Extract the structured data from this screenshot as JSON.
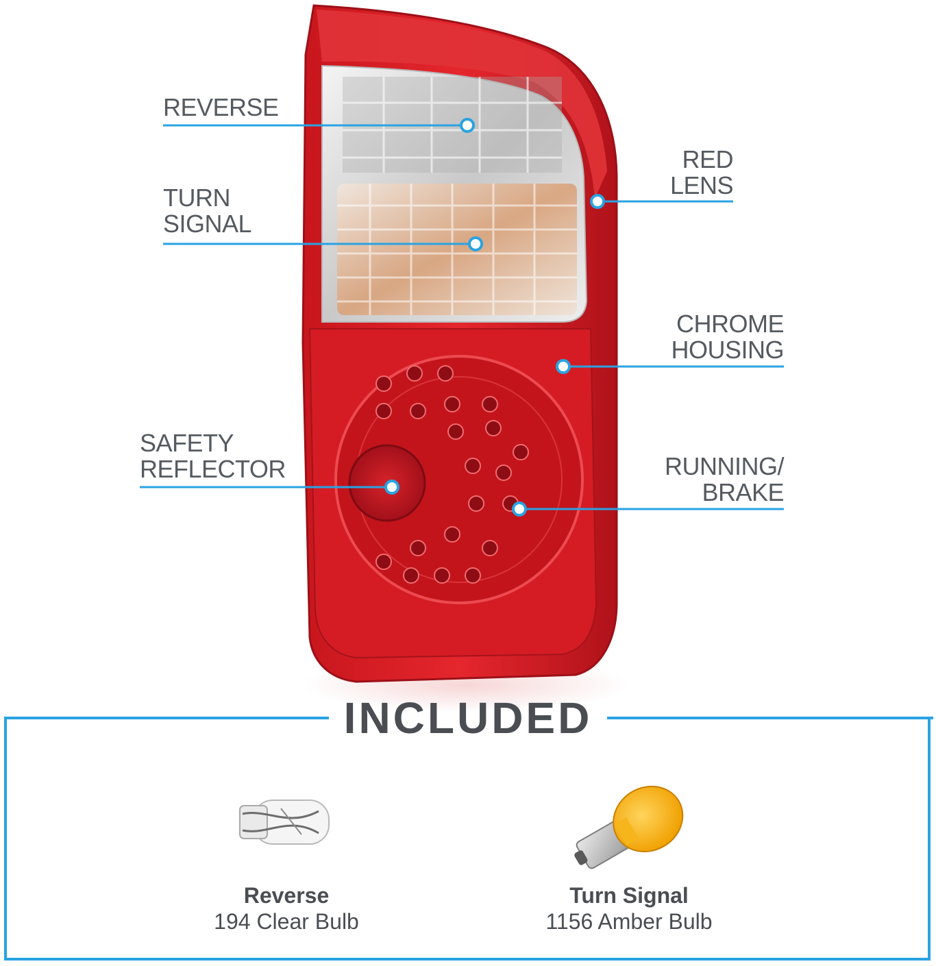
{
  "callouts": {
    "reverse": [
      "REVERSE"
    ],
    "turn_signal": [
      "TURN",
      "SIGNAL"
    ],
    "red_lens": [
      "RED",
      "LENS"
    ],
    "chrome_housing": [
      "CHROME",
      "HOUSING"
    ],
    "safety_reflector": [
      "SAFETY",
      "REFLECTOR"
    ],
    "running_brake": [
      "RUNNING/",
      "BRAKE"
    ]
  },
  "included": {
    "title": "INCLUDED",
    "items": [
      {
        "name": "Reverse",
        "desc": "194 Clear Bulb"
      },
      {
        "name": "Turn Signal",
        "desc": "1156 Amber Bulb"
      }
    ]
  },
  "colors": {
    "accent": "#29a3e2",
    "lens_red": "#d81f26",
    "amber": "#f5a300"
  }
}
